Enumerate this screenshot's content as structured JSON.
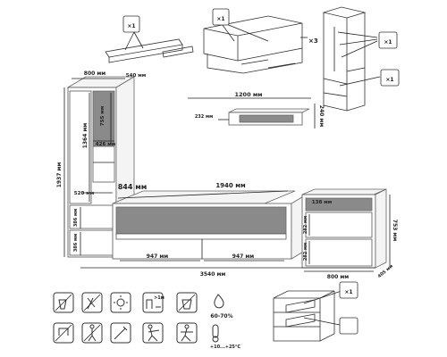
{
  "dimensions": {
    "total_height": "1937 мм",
    "cabinet_width": "800 мм",
    "cabinet_depth": "540 мм",
    "upper_door_h": "1364 мм",
    "upper_glass_h": "755 мм",
    "niche_w": "426 мм",
    "niche_h": "520 мм",
    "lower_door_h1": "386 мм",
    "lower_door_h2": "386 мм",
    "shelf_w": "1200 мм",
    "shelf_h": "240 мм",
    "shelf_d": "232 мм",
    "bed_h": "844 мм",
    "bed_w": "1940 мм",
    "drawer_w1": "947 мм",
    "drawer_w2": "947 мм",
    "chest_top_h": "138 мм",
    "chest_d1_h": "282 мм",
    "chest_d2_h": "282 мм",
    "chest_h": "753 мм",
    "chest_w": "800 мм",
    "chest_d": "405 мм",
    "overall_w": "3540 мм"
  },
  "care": {
    "humidity": "60-70%",
    "temperature": "+10...+25°С",
    "distance": ">1м"
  },
  "box_badges": {
    "shelf": "×1",
    "bed": "×1",
    "bed_count": "×3",
    "wardrobe_a": "×1",
    "wardrobe_b": "×1",
    "chest": "×1"
  },
  "colors": {
    "accent_grey": "#8a8a8a",
    "line": "#222222"
  }
}
